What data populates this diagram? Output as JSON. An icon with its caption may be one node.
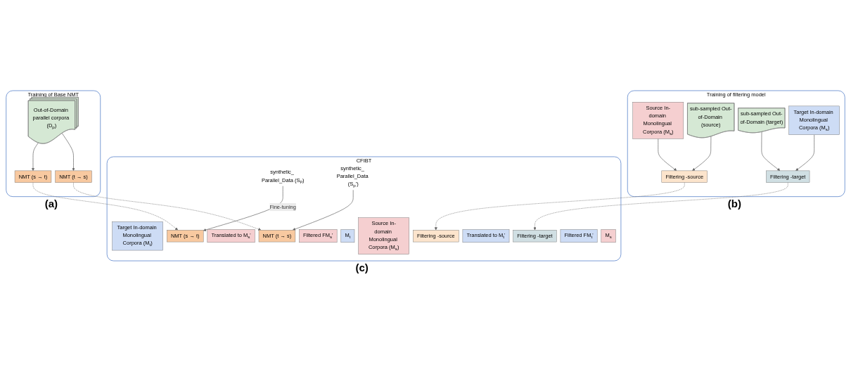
{
  "diagram": {
    "nodes": [
      {
        "text": [
          "Training of Base NMT"
        ],
        "beside": [
          "(a)"
        ]
      },
      {
        "text": [
          "NMT (t → s)"
        ],
        "in": 0
      },
      {
        "text": [
          "Out-of-Domain parallel corpora (D$_{p}$)"
        ],
        "in": 0
      },
      {
        "text": [
          "NMT (s → t)"
        ],
        "in": 0
      },
      {
        "text": [
          "CFIBT"
        ],
        "beside": [
          "(c)"
        ]
      },
      {
        "text": [
          "Target In-domain Monolingual Corpora (M$_{t}$)"
        ],
        "in": 4
      },
      {
        "text": [
          "NMT (t → s)"
        ],
        "in": 4
      },
      {
        "text": [
          "Translated to M$_{s}$'"
        ],
        "in": 4
      },
      {
        "text": [
          "Filtering -source"
        ],
        "in": 4
      },
      {
        "text": [
          "Filtered FM$_{s}$'"
        ],
        "in": 4
      },
      {
        "text": [
          "M$_{t}$"
        ],
        "in": 4
      },
      {
        "text": [
          "synthetic_ Parallel_Data (S$_{p}$)"
        ],
        "in": 4
      },
      {
        "text": [
          "Source In-domain Monolingual Corpora (M$_{s}$)"
        ],
        "in": 4
      },
      {
        "text": [
          "NMT (s → t)"
        ],
        "in": 4
      },
      {
        "text": [
          "Translated to M$_{t}$'"
        ],
        "in": 4
      },
      {
        "text": [
          "Filtering -target"
        ],
        "in": 4
      },
      {
        "text": [
          "Filtered FM$_{t}$'"
        ],
        "in": 4
      },
      {
        "text": [
          "M$_{s}$"
        ],
        "in": 4
      },
      {
        "text": [
          "synthetic_ Parallel_Data (S$_{p}$')"
        ],
        "in": 4
      },
      {
        "text": [
          "Training of filtering model"
        ],
        "beside": [
          "(b)"
        ]
      },
      {
        "text": [
          "Filtering -source"
        ],
        "in": 19
      },
      {
        "text": [
          "Source In-domain Monolingual Corpora (M$_{s}$)"
        ],
        "in": 19
      },
      {
        "text": [
          "sub-sampled Out-of-Domain (source)"
        ],
        "in": 19
      },
      {
        "text": [
          "Filtering -target"
        ],
        "in": 19
      },
      {
        "text": [
          "sub-sampled Out-of-Domain (target)"
        ],
        "in": 19
      },
      {
        "text": [
          "Target In-domain Monolingual Corpora (M$_{s}$)"
        ],
        "in": 19
      }
    ],
    "edges": [
      {
        "from": 2,
        "to": 1,
        "arrow": "to"
      },
      {
        "from": 2,
        "to": 3,
        "arrow": "to"
      },
      {
        "from": 1,
        "to": 6,
        "arrow": "to",
        "style": "dashed"
      },
      {
        "from": 3,
        "to": 13,
        "arrow": "to",
        "style": "dashed"
      },
      {
        "from": 20,
        "to": 8,
        "arrow": "to",
        "style": "dashed"
      },
      {
        "from": 23,
        "to": 15,
        "arrow": "to",
        "style": "dashed"
      },
      {
        "from": 11,
        "to": 13,
        "arrow": "to",
        "label": "Fine-tuning"
      },
      {
        "from": 18,
        "to": 6,
        "arrow": "to"
      },
      {
        "from": 21,
        "to": 20,
        "arrow": "to"
      },
      {
        "from": 22,
        "to": 20,
        "arrow": "to"
      },
      {
        "from": 24,
        "to": 23,
        "arrow": "to"
      },
      {
        "from": 25,
        "to": 23,
        "arrow": "to"
      }
    ]
  }
}
